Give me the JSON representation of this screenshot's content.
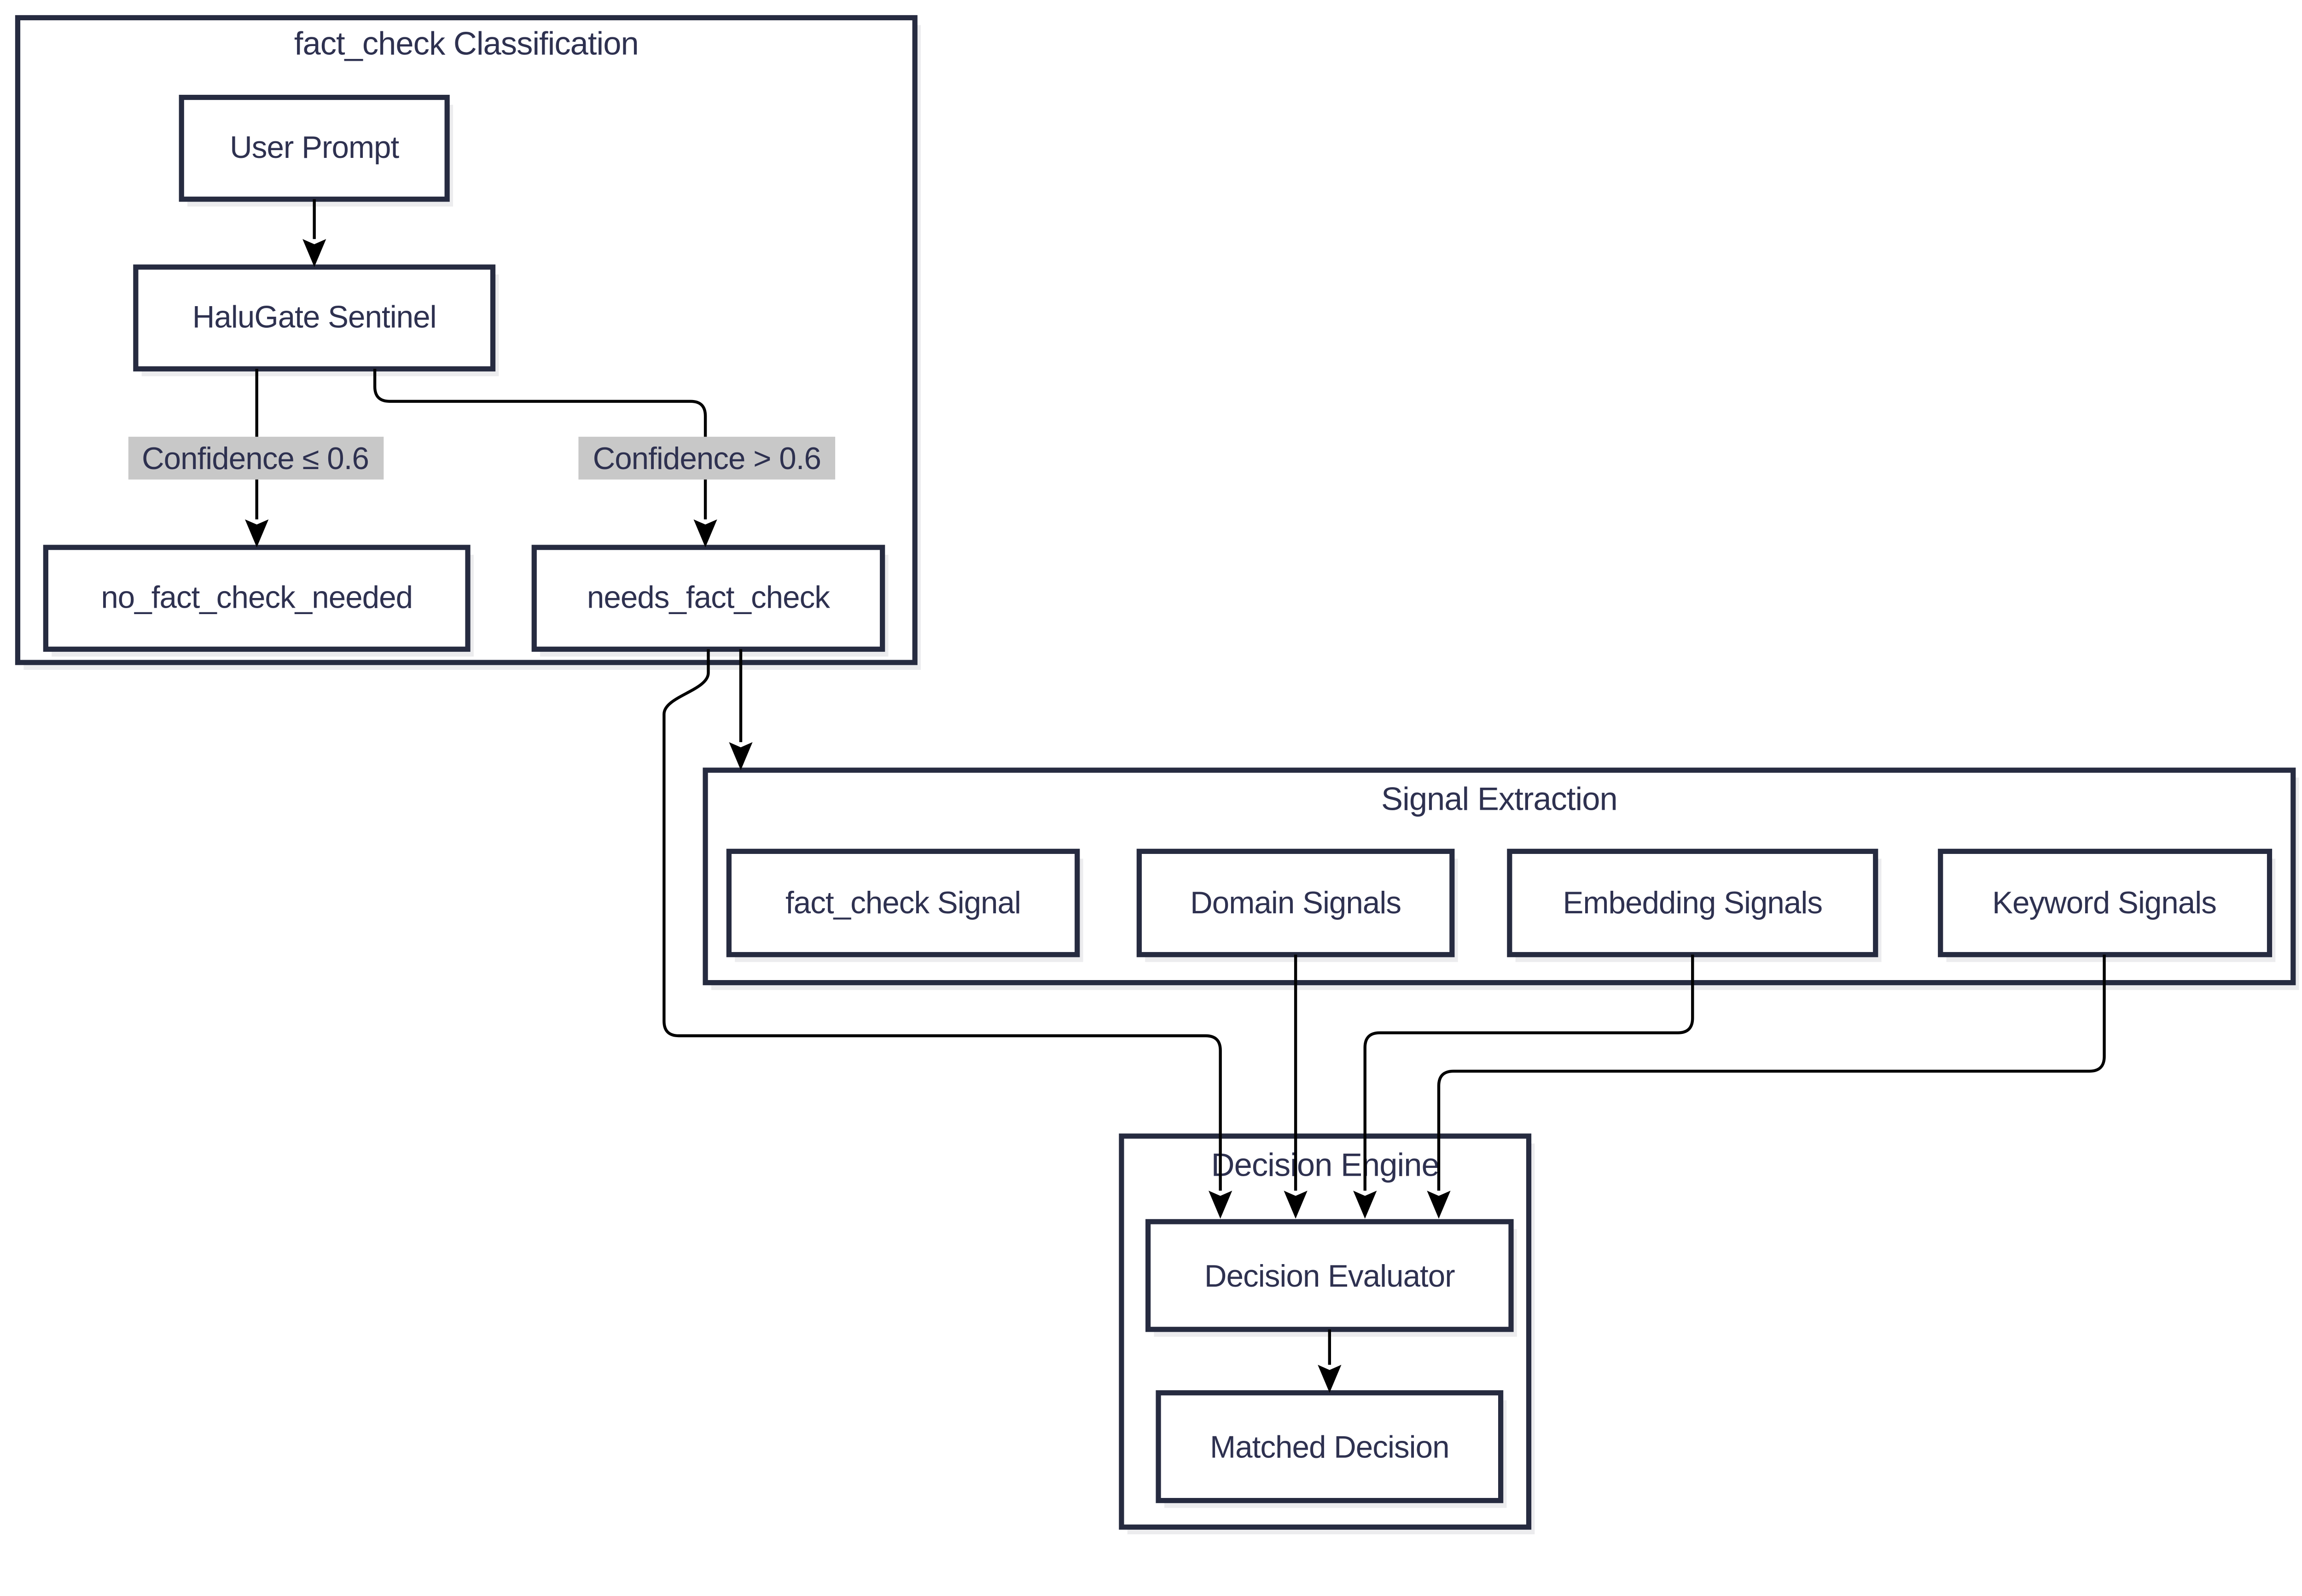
{
  "diagram": {
    "type": "flowchart",
    "background": "#ffffff",
    "colors": {
      "node_border": "#262b40",
      "node_fill": "#ffffff",
      "text": "#2e3150",
      "edge": "#000000",
      "highlight_green": "#cbe3ca",
      "highlight_orange": "#fcedda",
      "edge_label_bg": "#c8c8c8",
      "shadow": "#ececee"
    },
    "clusters": {
      "classification": {
        "title": "fact_check Classification"
      },
      "signal_extraction": {
        "title": "Signal Extraction"
      },
      "decision_engine": {
        "title": "Decision Engine"
      }
    },
    "nodes": {
      "user_prompt": {
        "label": "User Prompt"
      },
      "halugate_sentinel": {
        "label": "HaluGate Sentinel"
      },
      "no_fact_check_needed": {
        "label": "no_fact_check_needed"
      },
      "needs_fact_check": {
        "label": "needs_fact_check"
      },
      "fact_check_signal": {
        "label": "fact_check Signal"
      },
      "domain_signals": {
        "label": "Domain Signals"
      },
      "embedding_signals": {
        "label": "Embedding Signals"
      },
      "keyword_signals": {
        "label": "Keyword Signals"
      },
      "decision_evaluator": {
        "label": "Decision Evaluator"
      },
      "matched_decision": {
        "label": "Matched Decision"
      }
    },
    "edge_labels": {
      "low_confidence": {
        "text": "Confidence ≤ 0.6"
      },
      "high_confidence": {
        "text": "Confidence > 0.6"
      }
    }
  }
}
